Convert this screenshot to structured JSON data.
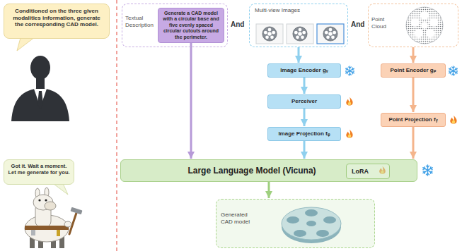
{
  "diagram": {
    "nodes": [
      {
        "text": [
          "Conditioned on the three given modalities information, generate the corresponding CAD model."
        ]
      },
      {
        "text": [
          "Textual Description"
        ]
      },
      {
        "text": [
          "Generate a CAD model with a circular base and five evenly spaced circular cutouts around the perimeter."
        ],
        "in": 1
      },
      {
        "text": [
          "Multi-view Images"
        ]
      },
      {
        "text": [
          "Point Cloud"
        ]
      },
      {
        "text": [
          "Image Encoder gᵥ"
        ]
      },
      {
        "text": [
          "Perceiver"
        ]
      },
      {
        "text": [
          "Image Projection fᵩ"
        ]
      },
      {
        "text": [
          "Point Encoder gₚ"
        ]
      },
      {
        "text": [
          "Point Projection fᵧ"
        ]
      },
      {
        "text": [
          "Large Language Model (Vicuna)"
        ]
      },
      {
        "text": [
          "LoRA"
        ],
        "in": 10
      },
      {
        "text": [
          "Generated CAD model"
        ]
      },
      {
        "text": [
          "Got it. Wait a moment. Let me generate for you."
        ]
      }
    ],
    "edges": [
      {
        "from": 2,
        "to": 10,
        "arrow": "to"
      },
      {
        "from": 3,
        "to": 5,
        "arrow": "to"
      },
      {
        "from": 5,
        "to": 6,
        "arrow": "to"
      },
      {
        "from": 6,
        "to": 7,
        "arrow": "to"
      },
      {
        "from": 7,
        "to": 10,
        "arrow": "to"
      },
      {
        "from": 4,
        "to": 8,
        "arrow": "to"
      },
      {
        "from": 8,
        "to": 9,
        "arrow": "to"
      },
      {
        "from": 9,
        "to": 10,
        "arrow": "to"
      },
      {
        "from": 10,
        "to": 12,
        "arrow": "to"
      }
    ],
    "labels": [
      "And",
      "And"
    ]
  }
}
